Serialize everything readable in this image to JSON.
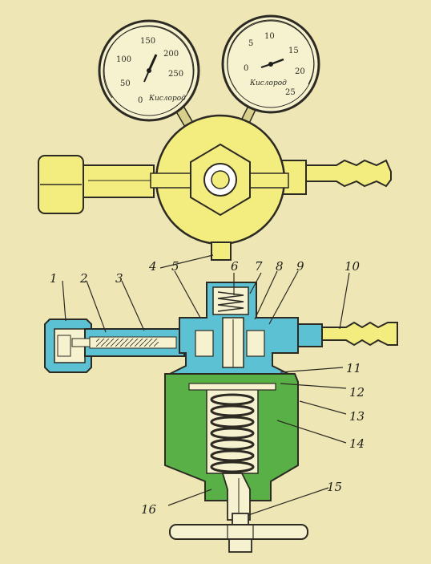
{
  "colors": {
    "paper": "#efe6b6",
    "brass": "#f3ed80",
    "steel": "#5cc1d3",
    "body": "#58b046",
    "ink": "#2c2a22"
  },
  "gauge_left": {
    "scale": [
      "0",
      "50",
      "100",
      "150",
      "200",
      "250"
    ],
    "unit": "Кислород"
  },
  "gauge_right": {
    "scale": [
      "0",
      "5",
      "10",
      "15",
      "20",
      "25"
    ],
    "unit": "Кислород"
  },
  "callouts": [
    "1",
    "2",
    "3",
    "4",
    "5",
    "6",
    "7",
    "8",
    "9",
    "10",
    "11",
    "12",
    "13",
    "14",
    "15",
    "16"
  ]
}
